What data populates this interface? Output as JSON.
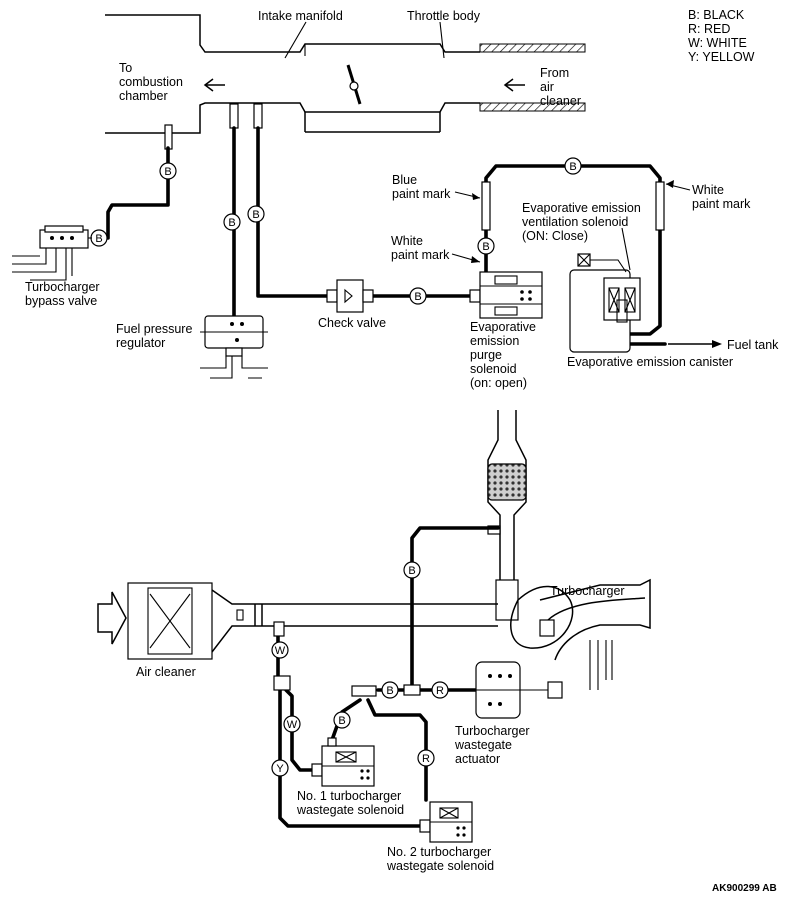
{
  "legend": [
    "B: BLACK",
    "R: RED",
    "W: WHITE",
    "Y: YELLOW"
  ],
  "labels": {
    "intake_manifold": "Intake manifold",
    "throttle_body": "Throttle body",
    "to_combustion_1": "To",
    "to_combustion_2": "combustion",
    "to_combustion_3": "chamber",
    "from_air_1": "From",
    "from_air_2": "air",
    "from_air_3": "cleaner",
    "blue_paint_1": "Blue",
    "blue_paint_2": "paint mark",
    "white_paint_right_1": "White",
    "white_paint_right_2": "paint mark",
    "white_paint_left_1": "White",
    "white_paint_left_2": "paint mark",
    "vent_solenoid_1": "Evaporative emission",
    "vent_solenoid_2": "ventilation solenoid",
    "vent_solenoid_3": "(ON: Close)",
    "bypass_valve_1": "Turbocharger",
    "bypass_valve_2": "bypass valve",
    "fuel_pressure_1": "Fuel pressure",
    "fuel_pressure_2": "regulator",
    "check_valve": "Check valve",
    "purge_1": "Evaporative",
    "purge_2": "emission",
    "purge_3": "purge",
    "purge_4": "solenoid",
    "purge_5": "(on: open)",
    "canister": "Evaporative emission canister",
    "fuel_tank": "Fuel tank",
    "turbocharger": "Turbocharger",
    "air_cleaner": "Air cleaner",
    "wastegate_actuator_1": "Turbocharger",
    "wastegate_actuator_2": "wastegate",
    "wastegate_actuator_3": "actuator",
    "no1_solenoid_1": "No. 1 turbocharger",
    "no1_solenoid_2": "wastegate solenoid",
    "no2_solenoid_1": "No. 2 turbocharger",
    "no2_solenoid_2": "wastegate solenoid",
    "code": "AK900299 AB"
  },
  "hose_colors": {
    "b": "B",
    "r": "R",
    "w": "W",
    "y": "Y"
  }
}
